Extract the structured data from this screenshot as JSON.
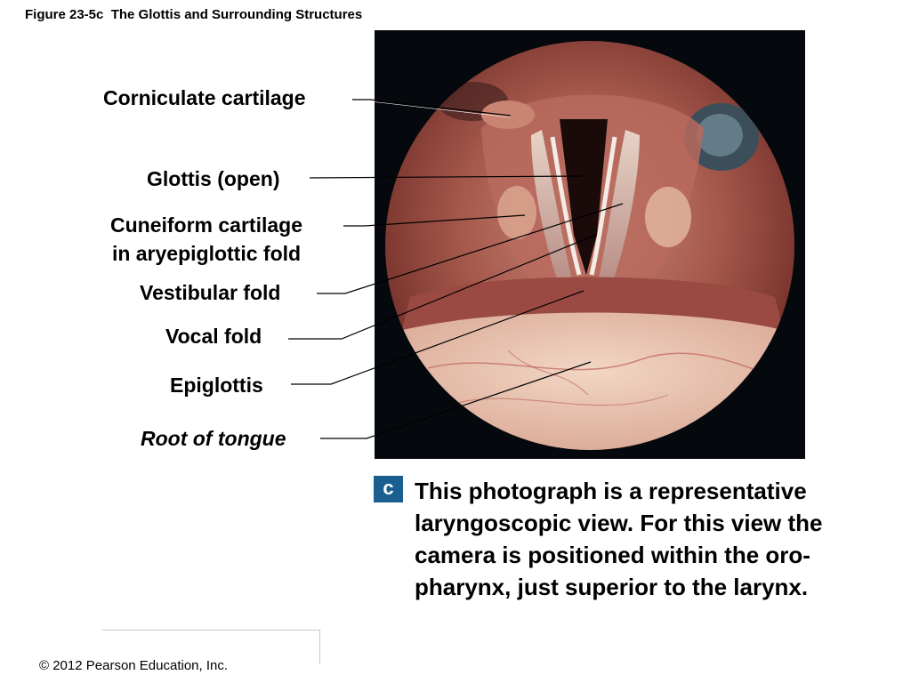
{
  "figure": {
    "title": "Figure 23-5c  The Glottis and Surrounding Structures"
  },
  "labels": {
    "corniculate": "Corniculate cartilage",
    "glottis": "Glottis (open)",
    "cuneiform_line1": "Cuneiform cartilage",
    "cuneiform_line2": "in aryepiglottic fold",
    "vestibular": "Vestibular fold",
    "vocal": "Vocal fold",
    "epiglottis": "Epiglottis",
    "tongue_root": "Root of tongue"
  },
  "panel": {
    "badge": "c",
    "badge_color": "#1a5f8f",
    "caption": "This photograph is a representative laryngoscopic view. For this view the camera is positioned within the oro-pharynx, just superior to the larynx."
  },
  "footer": {
    "copyright": "© 2012 Pearson Education, Inc."
  }
}
